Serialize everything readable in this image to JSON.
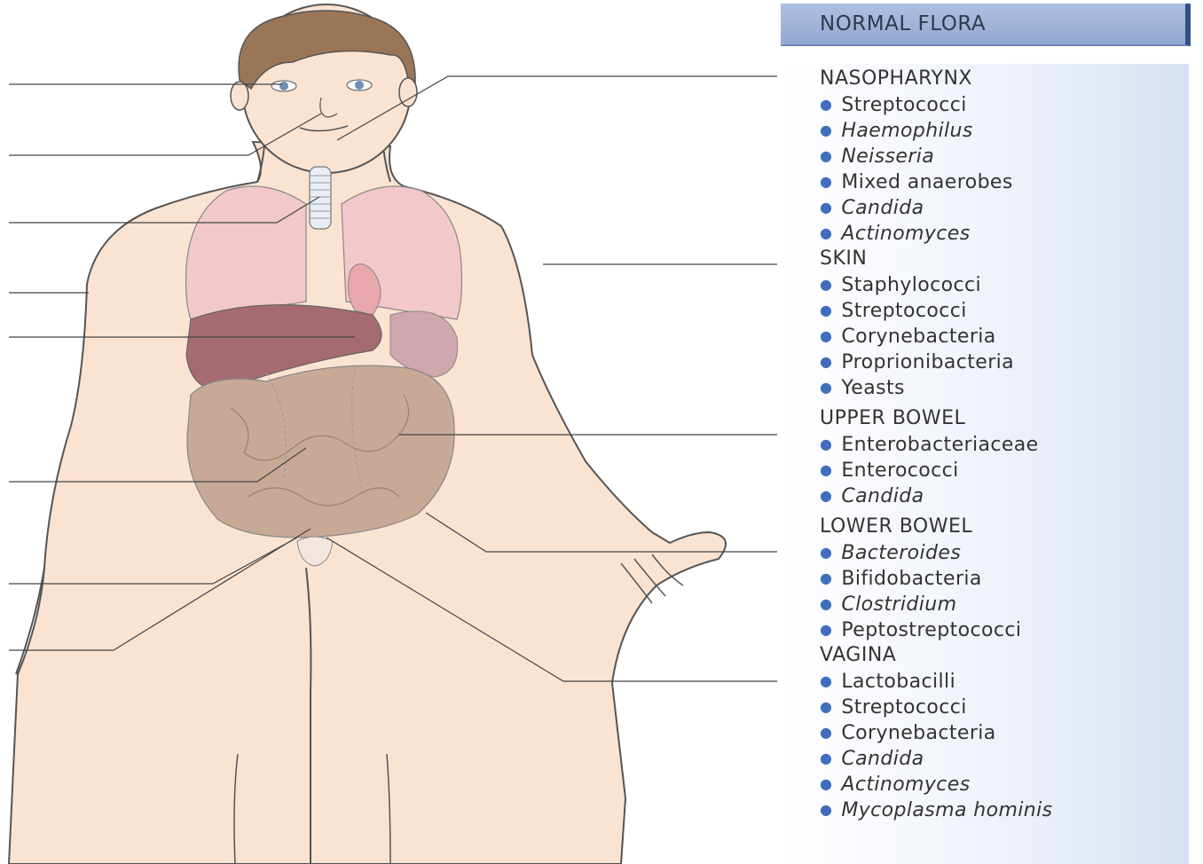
{
  "panel_title": "NORMAL FLORA",
  "groups": [
    {
      "title": "NASOPHARYNX",
      "items": [
        {
          "text": "Streptococci",
          "italic": false
        },
        {
          "text": "Haemophilus",
          "italic": true
        },
        {
          "text": "Neisseria",
          "italic": true
        },
        {
          "text": "Mixed anaerobes",
          "italic": false
        },
        {
          "text": "Candida",
          "italic": true
        },
        {
          "text": "Actinomyces",
          "italic": true
        }
      ]
    },
    {
      "title": "SKIN",
      "items": [
        {
          "text": "Staphylococci",
          "italic": false
        },
        {
          "text": "Streptococci",
          "italic": false
        },
        {
          "text": "Corynebacteria",
          "italic": false
        },
        {
          "text": "Proprionibacteria",
          "italic": false
        },
        {
          "text": "Yeasts",
          "italic": false
        }
      ]
    },
    {
      "title": "UPPER BOWEL",
      "items": [
        {
          "text": "Enterobacteriaceae",
          "italic": false
        },
        {
          "text": "Enterococci",
          "italic": false
        },
        {
          "text": "Candida",
          "italic": true
        }
      ]
    },
    {
      "title": "LOWER BOWEL",
      "items": [
        {
          "text": "Bacteroides",
          "italic": true
        },
        {
          "text": "Bifidobacteria",
          "italic": false
        },
        {
          "text": "Clostridium",
          "italic": true
        },
        {
          "text": "Peptostreptococci",
          "italic": false
        }
      ]
    },
    {
      "title": "VAGINA",
      "items": [
        {
          "text": "Lactobacilli",
          "italic": false
        },
        {
          "text": "Streptococci",
          "italic": false
        },
        {
          "text": "Corynebacteria",
          "italic": false
        },
        {
          "text": "Candida",
          "italic": true
        },
        {
          "text": "Actinomyces",
          "italic": true
        },
        {
          "text": "Mycoplasma hominis",
          "italic": true
        }
      ]
    }
  ],
  "colors": {
    "skin": "#fbe3d2",
    "outline": "#555555",
    "hair": "#9a7658",
    "lungs": "#f2c8cc",
    "liver": "#a66a72",
    "intestine": "#c7a996",
    "bullet": "#3f6ebd",
    "header": "#9fb3da"
  }
}
